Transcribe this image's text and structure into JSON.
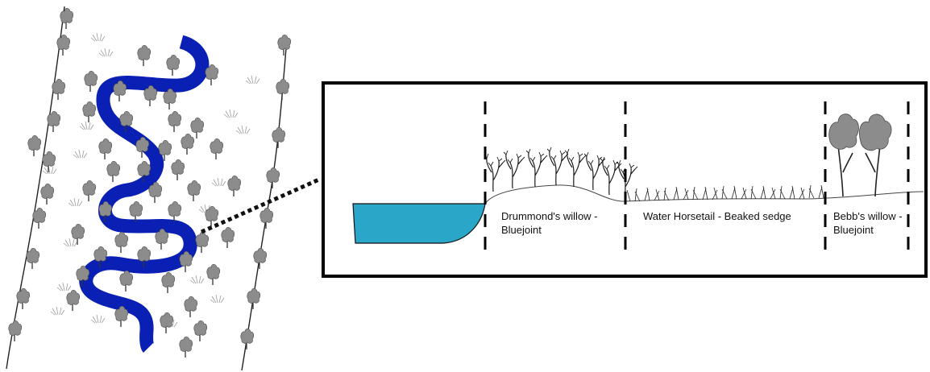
{
  "colors": {
    "river": "#0a1fb4",
    "water": "#2aa6c8",
    "tree": "#8c8c8c",
    "ink": "#111111"
  },
  "zones": [
    {
      "line1": "Drummond's willow -",
      "line2": "Bluejoint"
    },
    {
      "line1": "Water Horsetail - Beaked sedge",
      "line2": ""
    },
    {
      "line1": "Bebb's willow -",
      "line2": "Bluejoint"
    }
  ]
}
